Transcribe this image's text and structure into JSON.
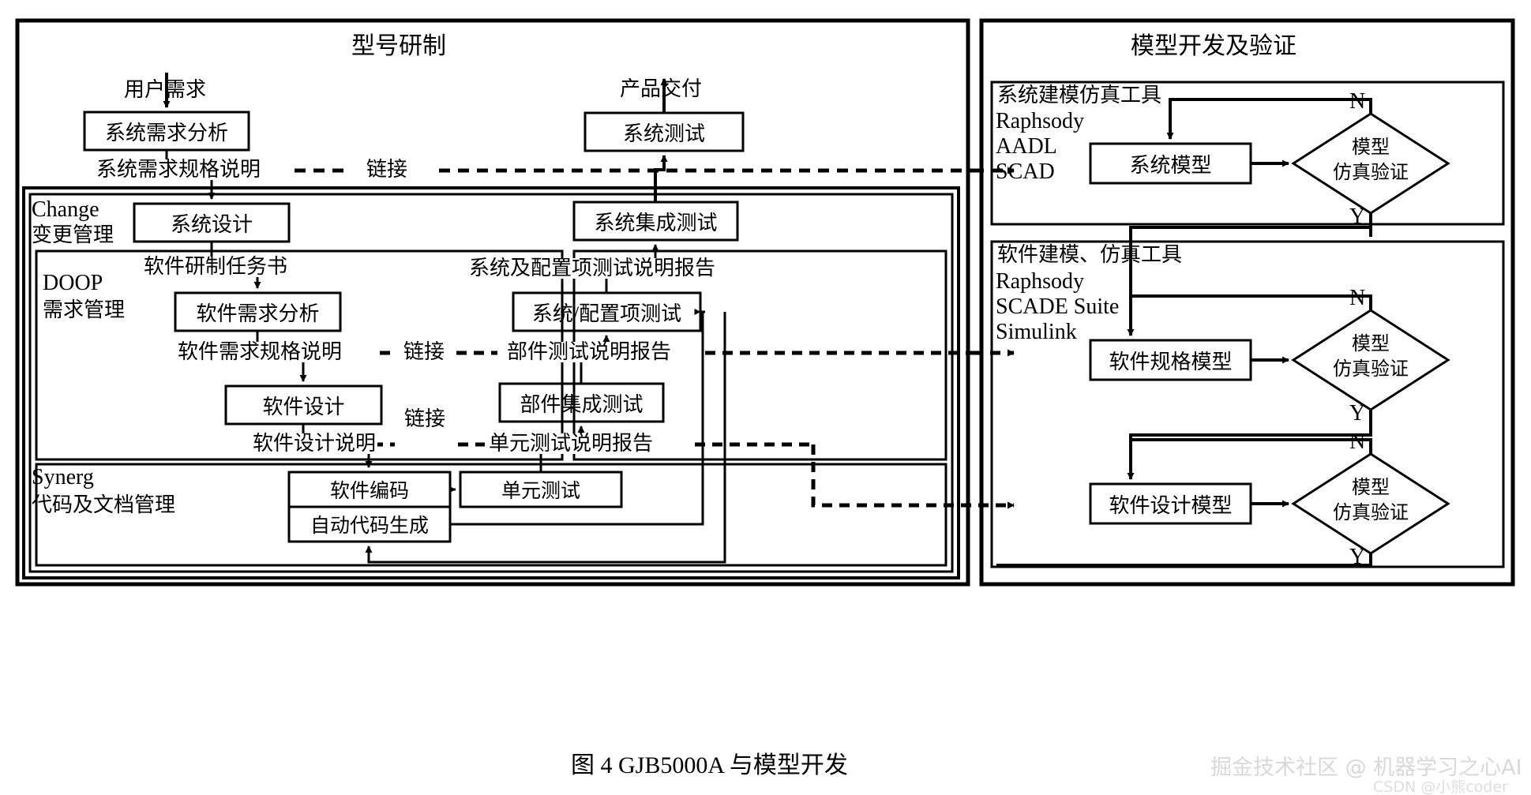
{
  "figure": {
    "caption": "图 4    GJB5000A 与模型开发"
  },
  "watermark": {
    "line1": "掘金技术社区 @ 机器学习之心AI",
    "line2": "CSDN @小熊coder"
  },
  "panels": {
    "left_title": "型号研制",
    "right_title": "模型开发及验证"
  },
  "left": {
    "inputs": {
      "user_requirement": "用户需求",
      "product_delivery": "产品交付"
    },
    "process_boxes": {
      "system_requirement_analysis": "系统需求分析",
      "system_design": "系统设计",
      "software_requirement_analysis": "软件需求分析",
      "software_design": "软件设计",
      "software_coding": "软件编码",
      "auto_code_generation": "自动代码生成",
      "unit_test": "单元测试",
      "component_integration_test": "部件集成测试",
      "system_config_item_test": "系统/配置项测试",
      "system_integration_test": "系统集成测试",
      "system_test": "系统测试"
    },
    "artifacts": {
      "system_requirement_spec": "系统需求规格说明",
      "software_development_task": "软件研制任务书",
      "software_requirement_spec": "软件需求规格说明",
      "software_design_spec": "软件设计说明",
      "system_and_config_test_report": "系统及配置项测试说明报告",
      "component_test_report": "部件测试说明报告",
      "unit_test_report": "单元测试说明报告"
    },
    "link_labels": {
      "link1": "链接",
      "link2": "链接",
      "link3": "链接"
    },
    "management_zones": {
      "change": {
        "name": "Change",
        "desc": "变更管理"
      },
      "doop": {
        "name": "DOOP",
        "desc": "需求管理"
      },
      "synerg": {
        "name": "Synerg",
        "desc": "代码及文档管理"
      }
    }
  },
  "right": {
    "zone_system": {
      "title": "系统建模仿真工具",
      "tools": [
        "Raphsody",
        "AADL",
        "SCAD"
      ],
      "model_box": "系统模型",
      "decision": "模型\n仿真验证",
      "decision_line1": "模型",
      "decision_line2": "仿真验证",
      "branch_no": "N",
      "branch_yes": "Y"
    },
    "zone_software": {
      "title": "软件建模、仿真工具",
      "tools": [
        "Raphsody",
        "SCADE Suite",
        "Simulink"
      ],
      "spec_model_box": "软件规格模型",
      "design_model_box": "软件设计模型",
      "decision_line1": "模型",
      "decision_line2": "仿真验证",
      "branch_no": "N",
      "branch_yes": "Y"
    }
  },
  "colors": {
    "stroke": "#000000",
    "background": "#ffffff",
    "watermark": "#d9d9d9"
  }
}
